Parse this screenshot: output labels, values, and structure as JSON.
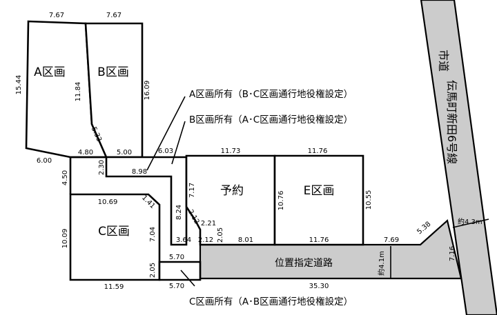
{
  "lots": [
    {
      "id": "A",
      "label": "A区画"
    },
    {
      "id": "B",
      "label": "B区画"
    },
    {
      "id": "C",
      "label": "C区画"
    },
    {
      "id": "E",
      "label": "E区画"
    },
    {
      "id": "reserved",
      "label": "予約"
    }
  ],
  "notes": {
    "a_note": "A区画所有（B･C区画通行地役権設定）",
    "b_note": "B区画所有（A･C区画通行地役権設定）",
    "c_note": "C区画所有（A･B区画通行地役権設定）"
  },
  "roads": {
    "designated_road": "位置指定道路",
    "designated_width": "約4.1m",
    "city_road_line1": "市道",
    "city_road_line2": "伝馬町新田6号線",
    "city_road_width": "約4.3m"
  },
  "dimensions": {
    "a_top": "7.67",
    "b_top": "7.67",
    "a_left": "15.44",
    "a_bottom": "6.00",
    "ab_shared": "11.84",
    "b_diag": "5.33",
    "b_right": "16.09",
    "seg_480": "4.80",
    "seg_500": "5.00",
    "seg_603": "6.03",
    "reserved_top": "11.73",
    "e_top": "11.76",
    "seg_450": "4.50",
    "seg_230": "2.30",
    "seg_898": "8.98",
    "c_top": "10.69",
    "c_chamfer": "1.41",
    "c_left": "10.09",
    "c_right": "7.04",
    "c_small": "2.05",
    "c_bottom": "11.59",
    "seg_824": "8.24",
    "seg_364": "3.64",
    "seg_212": "2.12",
    "r_717": "7.17",
    "r_212b": "2.12",
    "r_221": "2.21",
    "r_205": "2.05",
    "r_bottom": "8.01",
    "e_left": "10.76",
    "e_bottom": "11.76",
    "e_right": "10.55",
    "road_769": "7.69",
    "road_538": "5.38",
    "road_716": "7.16",
    "road_570_top": "5.70",
    "road_570_bottom": "5.70",
    "road_bottom": "35.30"
  }
}
